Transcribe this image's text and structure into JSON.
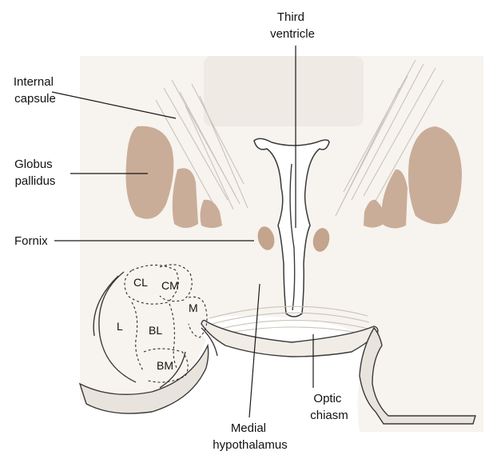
{
  "labels": {
    "third_ventricle": [
      "Third",
      "ventricle"
    ],
    "internal_capsule": [
      "Internal",
      "capsule"
    ],
    "globus_pallidus": [
      "Globus",
      "pallidus"
    ],
    "fornix": "Fornix",
    "medial_hypothalamus": [
      "Medial",
      "hypothalamus"
    ],
    "optic_chiasm": [
      "Optic",
      "chiasm"
    ]
  },
  "amygdala_nuclei": {
    "cl": "CL",
    "cm": "CM",
    "m": "M",
    "l": "L",
    "bl": "BL",
    "bm": "BM"
  },
  "colors": {
    "background_tissue": "#f7f3ee",
    "pallidus_fill": "#c9ad98",
    "fornix_fill": "#c4a48c",
    "leader_lines": "#1a1a1a"
  }
}
